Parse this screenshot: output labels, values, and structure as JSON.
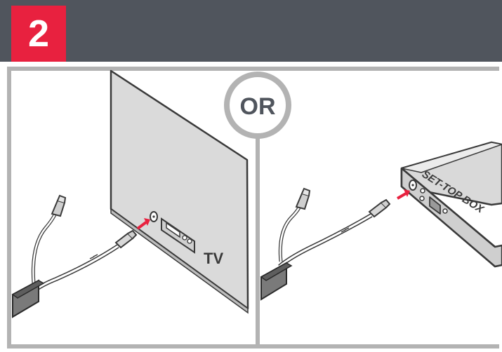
{
  "step": {
    "number": "2"
  },
  "divider": {
    "label": "OR"
  },
  "left_panel": {
    "device_label": "TV"
  },
  "right_panel": {
    "device_label": "SET-TOP BOX"
  },
  "colors": {
    "header": "#50555d",
    "badge": "#e8213f",
    "frame": "#b3b3b3",
    "arrow": "#e8213f",
    "outline": "#3a3a3a"
  }
}
